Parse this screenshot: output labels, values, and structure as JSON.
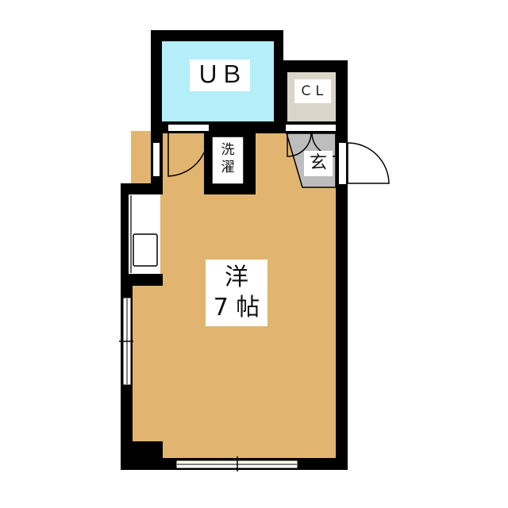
{
  "rooms": {
    "bath": {
      "label": "ＵＢ"
    },
    "closet": {
      "label": "ＣＬ"
    },
    "laundry": {
      "label_1": "洗",
      "label_2": "濯"
    },
    "entrance": {
      "label": "玄"
    },
    "western_room": {
      "label_1": "洋",
      "label_2": "7 帖"
    }
  },
  "colors": {
    "wall": "#000000",
    "bath": "#b4eef8",
    "closet": "#d9d5c9",
    "floor": "#e1b56f",
    "entrance": "#bdbdbd"
  }
}
